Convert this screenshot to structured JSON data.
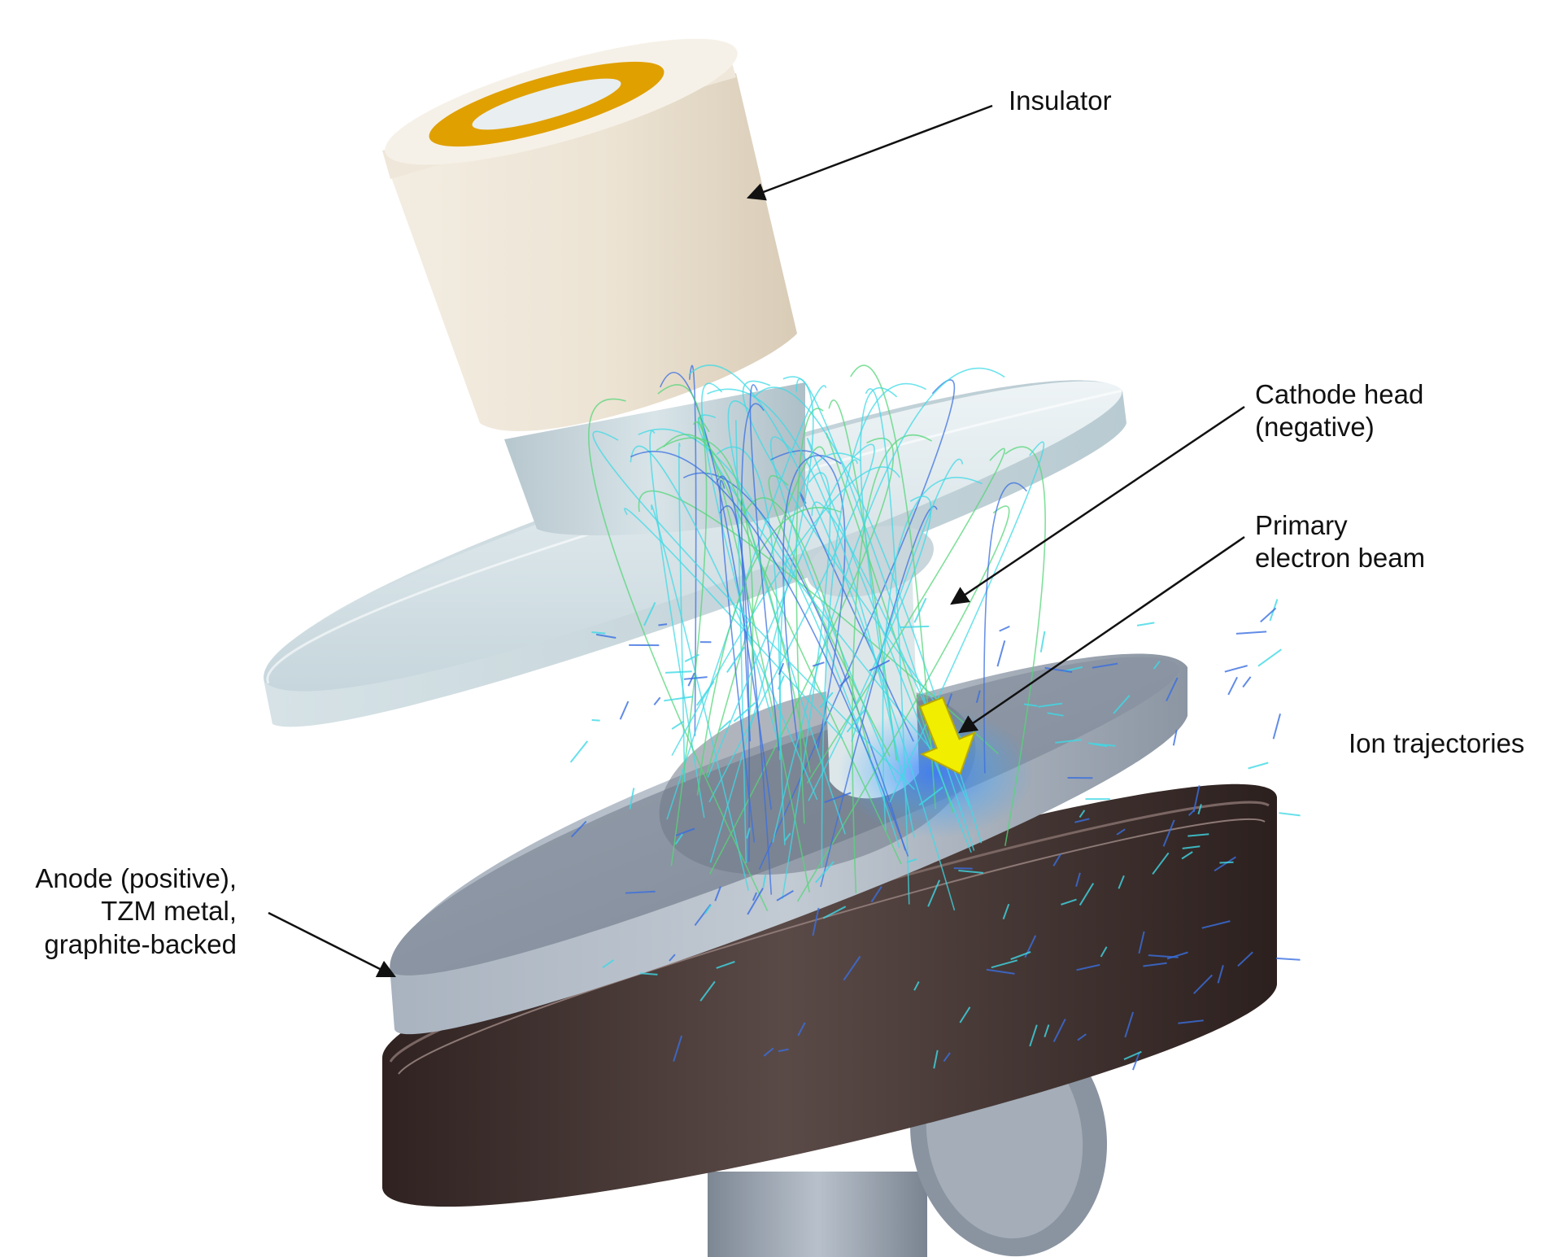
{
  "labels": {
    "insulator": "Insulator",
    "cathode": [
      "Cathode head",
      "(negative)"
    ],
    "beam": [
      "Primary",
      "electron beam"
    ],
    "ion": "Ion trajectories",
    "anode": [
      "Anode (positive),",
      "TZM metal,",
      "graphite-backed"
    ]
  },
  "colors": {
    "insulator_body": "#e8ddcc",
    "insulator_ring": "#e0a000",
    "cathode_metal": "#cfdde2",
    "anode_metal": "#8f98a6",
    "graphite": "#3f2e2c",
    "trajectory_green": "#55d67a",
    "trajectory_cyan": "#3fd9e6",
    "trajectory_blue": "#3a6fe0",
    "beam_arrow": "#f2ee00"
  }
}
